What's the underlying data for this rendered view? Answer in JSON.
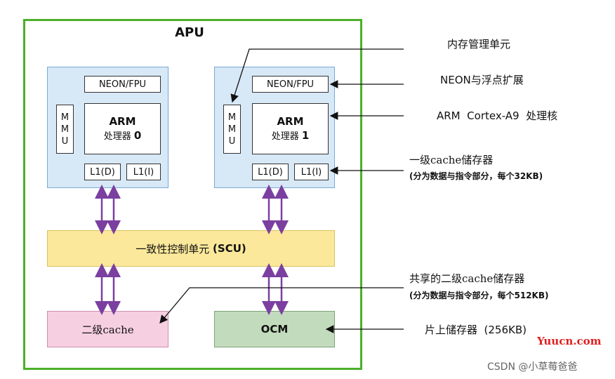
{
  "apu_title": "APU",
  "cores": [
    {
      "neon": "NEON/FPU",
      "mmu": [
        "M",
        "M",
        "U"
      ],
      "arm_name": "ARM",
      "arm_sub": "处理器",
      "arm_num": "0",
      "l1d": "L1(D)",
      "l1i": "L1(I)"
    },
    {
      "neon": "NEON/FPU",
      "mmu": [
        "M",
        "M",
        "U"
      ],
      "arm_name": "ARM",
      "arm_sub": "处理器",
      "arm_num": "1",
      "l1d": "L1(D)",
      "l1i": "L1(I)"
    }
  ],
  "scu": {
    "text": "一致性控制单元",
    "abbr": "(SCU)"
  },
  "l2cache": "二级cache",
  "ocm": "OCM",
  "labels": {
    "mmu": "内存管理单元",
    "neon": "NEON与浮点扩展",
    "arm": "ARM  Cortex-A9  处理核",
    "l1_line1": "一级cache储存器",
    "l1_line2": "(分为数据与指令部分，每个32KB)",
    "l2_line1": "共享的二级cache储存器",
    "l2_line2": "(分为数据与指令部分，每个512KB)",
    "ocm": "片上储存器  (256KB)"
  },
  "watermark": {
    "site": "Yuucn.com",
    "csdn": "CSDN @小草莓爸爸"
  },
  "colors": {
    "border": "#4caf2b",
    "core": "#d7e8f7",
    "scu": "#fbe89a",
    "l2": "#f6cfe0",
    "ocm": "#c3dbbd",
    "arrow": "#7b3fa0"
  }
}
